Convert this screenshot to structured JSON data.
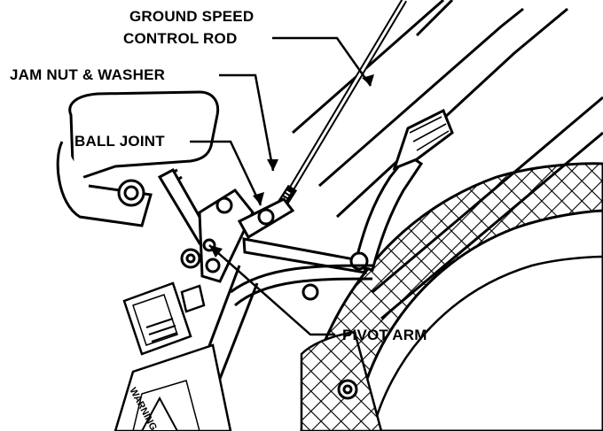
{
  "callouts": {
    "ground_speed_line1": "GROUND SPEED",
    "ground_speed_line2": "CONTROL ROD",
    "jam_nut": "JAM NUT & WASHER",
    "ball_joint": "BALL JOINT",
    "pivot_arm": "PIVOT ARM"
  },
  "decal_text": "WARNING",
  "colors": {
    "ink": "#000000",
    "paper": "#ffffff"
  }
}
